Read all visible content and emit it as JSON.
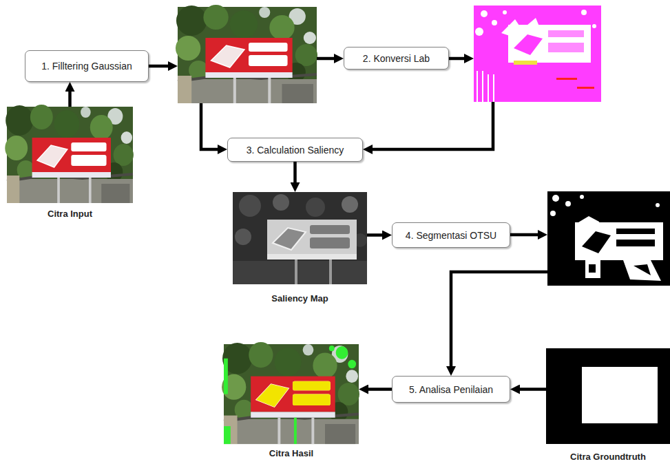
{
  "diagram": {
    "nodes": [
      {
        "text": [
          "1. Filltering Gaussian"
        ]
      },
      {
        "text": [
          "2. Konversi Lab"
        ]
      },
      {
        "text": [
          "Citra Input"
        ]
      },
      {
        "text": [
          "3. Calculation Saliency"
        ]
      },
      {
        "text": [
          "Saliency Map"
        ]
      },
      {
        "text": [
          "4. Segmentasi OTSU"
        ]
      },
      {
        "text": [
          "5. Analisa Penilaian"
        ]
      },
      {
        "text": [
          "Citra Hasil"
        ]
      },
      {
        "text": [
          "Citra Groundtruth"
        ]
      }
    ],
    "edges": [
      {
        "from": 2,
        "to": 0,
        "arrow": "to"
      },
      {
        "from": 3,
        "to": 4,
        "arrow": "to"
      },
      {
        "from": 4,
        "to": 5,
        "arrow": "to"
      },
      {
        "from": 8,
        "to": 6,
        "arrow": "to"
      },
      {
        "from": 6,
        "to": 7,
        "arrow": "to"
      }
    ]
  }
}
